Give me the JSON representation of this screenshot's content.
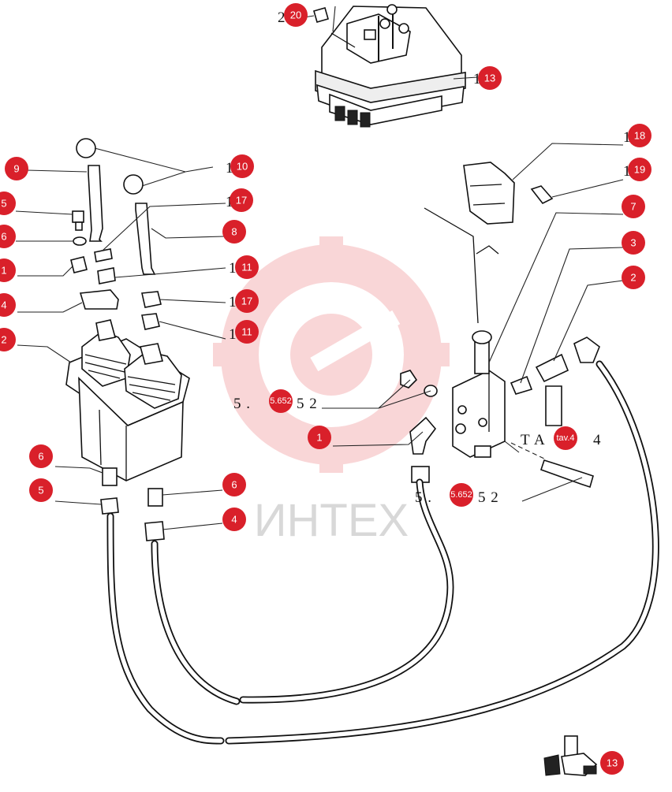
{
  "watermark": {
    "text": "ИНТЕХ",
    "color": "#e84a4f"
  },
  "accent": "#d9202a",
  "callouts": {
    "c20": "20",
    "c13_top": "13",
    "c9": "9",
    "c10": "10",
    "c5_top": "5",
    "c6_top": "6",
    "c1_left": "1",
    "c4_left": "4",
    "c2_left": "2",
    "c17_a": "17",
    "c8": "8",
    "c11_a": "11",
    "c17_b": "17",
    "c11_b": "11",
    "c18": "18",
    "c19": "19",
    "c7": "7",
    "c3": "3",
    "c2_right": "2",
    "c1_mid": "1",
    "c6_bl": "6",
    "c5_bl": "5",
    "c6_bm": "6",
    "c4_bm": "4",
    "c13_bottom": "13",
    "ref_badge_1": "5.652",
    "ref_badge_2": "5.652",
    "ref_badge_3": "tav.4"
  },
  "stubs": {
    "s20": "2",
    "s13": "1",
    "s10": "1",
    "s17a": "1",
    "s11a": "1",
    "s17b": "1",
    "s11b": "1",
    "s18": "1",
    "s19": "1"
  },
  "references": {
    "ref1_a": "5 .",
    "ref1_b": "5 2",
    "ref2_a": "5 .",
    "ref2_b": "5 2",
    "ref3_a": "T A",
    "ref3_b": "4"
  }
}
